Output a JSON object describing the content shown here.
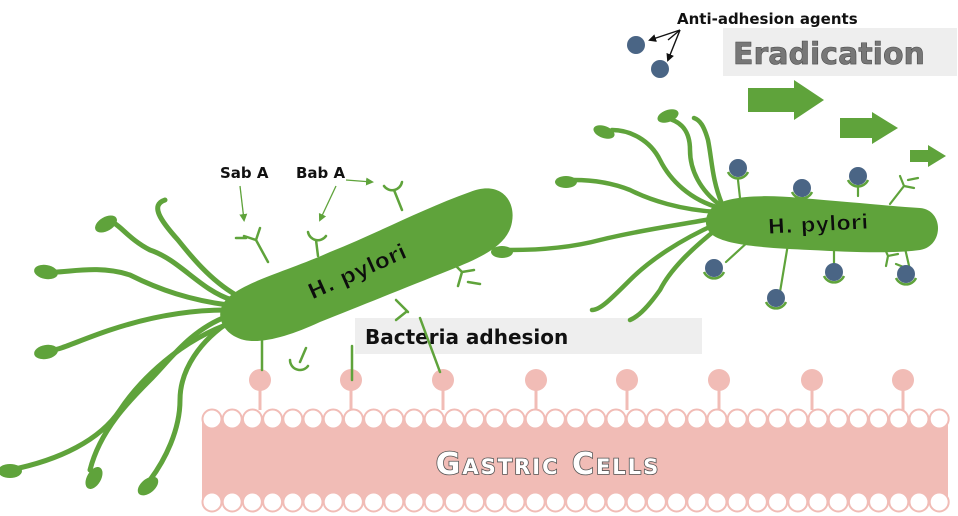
{
  "labels": {
    "anti_adhesion": "Anti-adhesion agents",
    "eradication": "Eradication",
    "sab_a": "Sab A",
    "bab_a": "Bab A",
    "bacterium_left": "H. pylori",
    "bacterium_right": "H. pylori",
    "bacteria_adhesion": "Bacteria adhesion",
    "gastric_cells": "Gastric Cells"
  },
  "colors": {
    "bacteria_green": "#5fa33b",
    "gastric_pink": "#f1bcb6",
    "agent_blue": "#4a6585",
    "label_box": "#eeeeee"
  }
}
